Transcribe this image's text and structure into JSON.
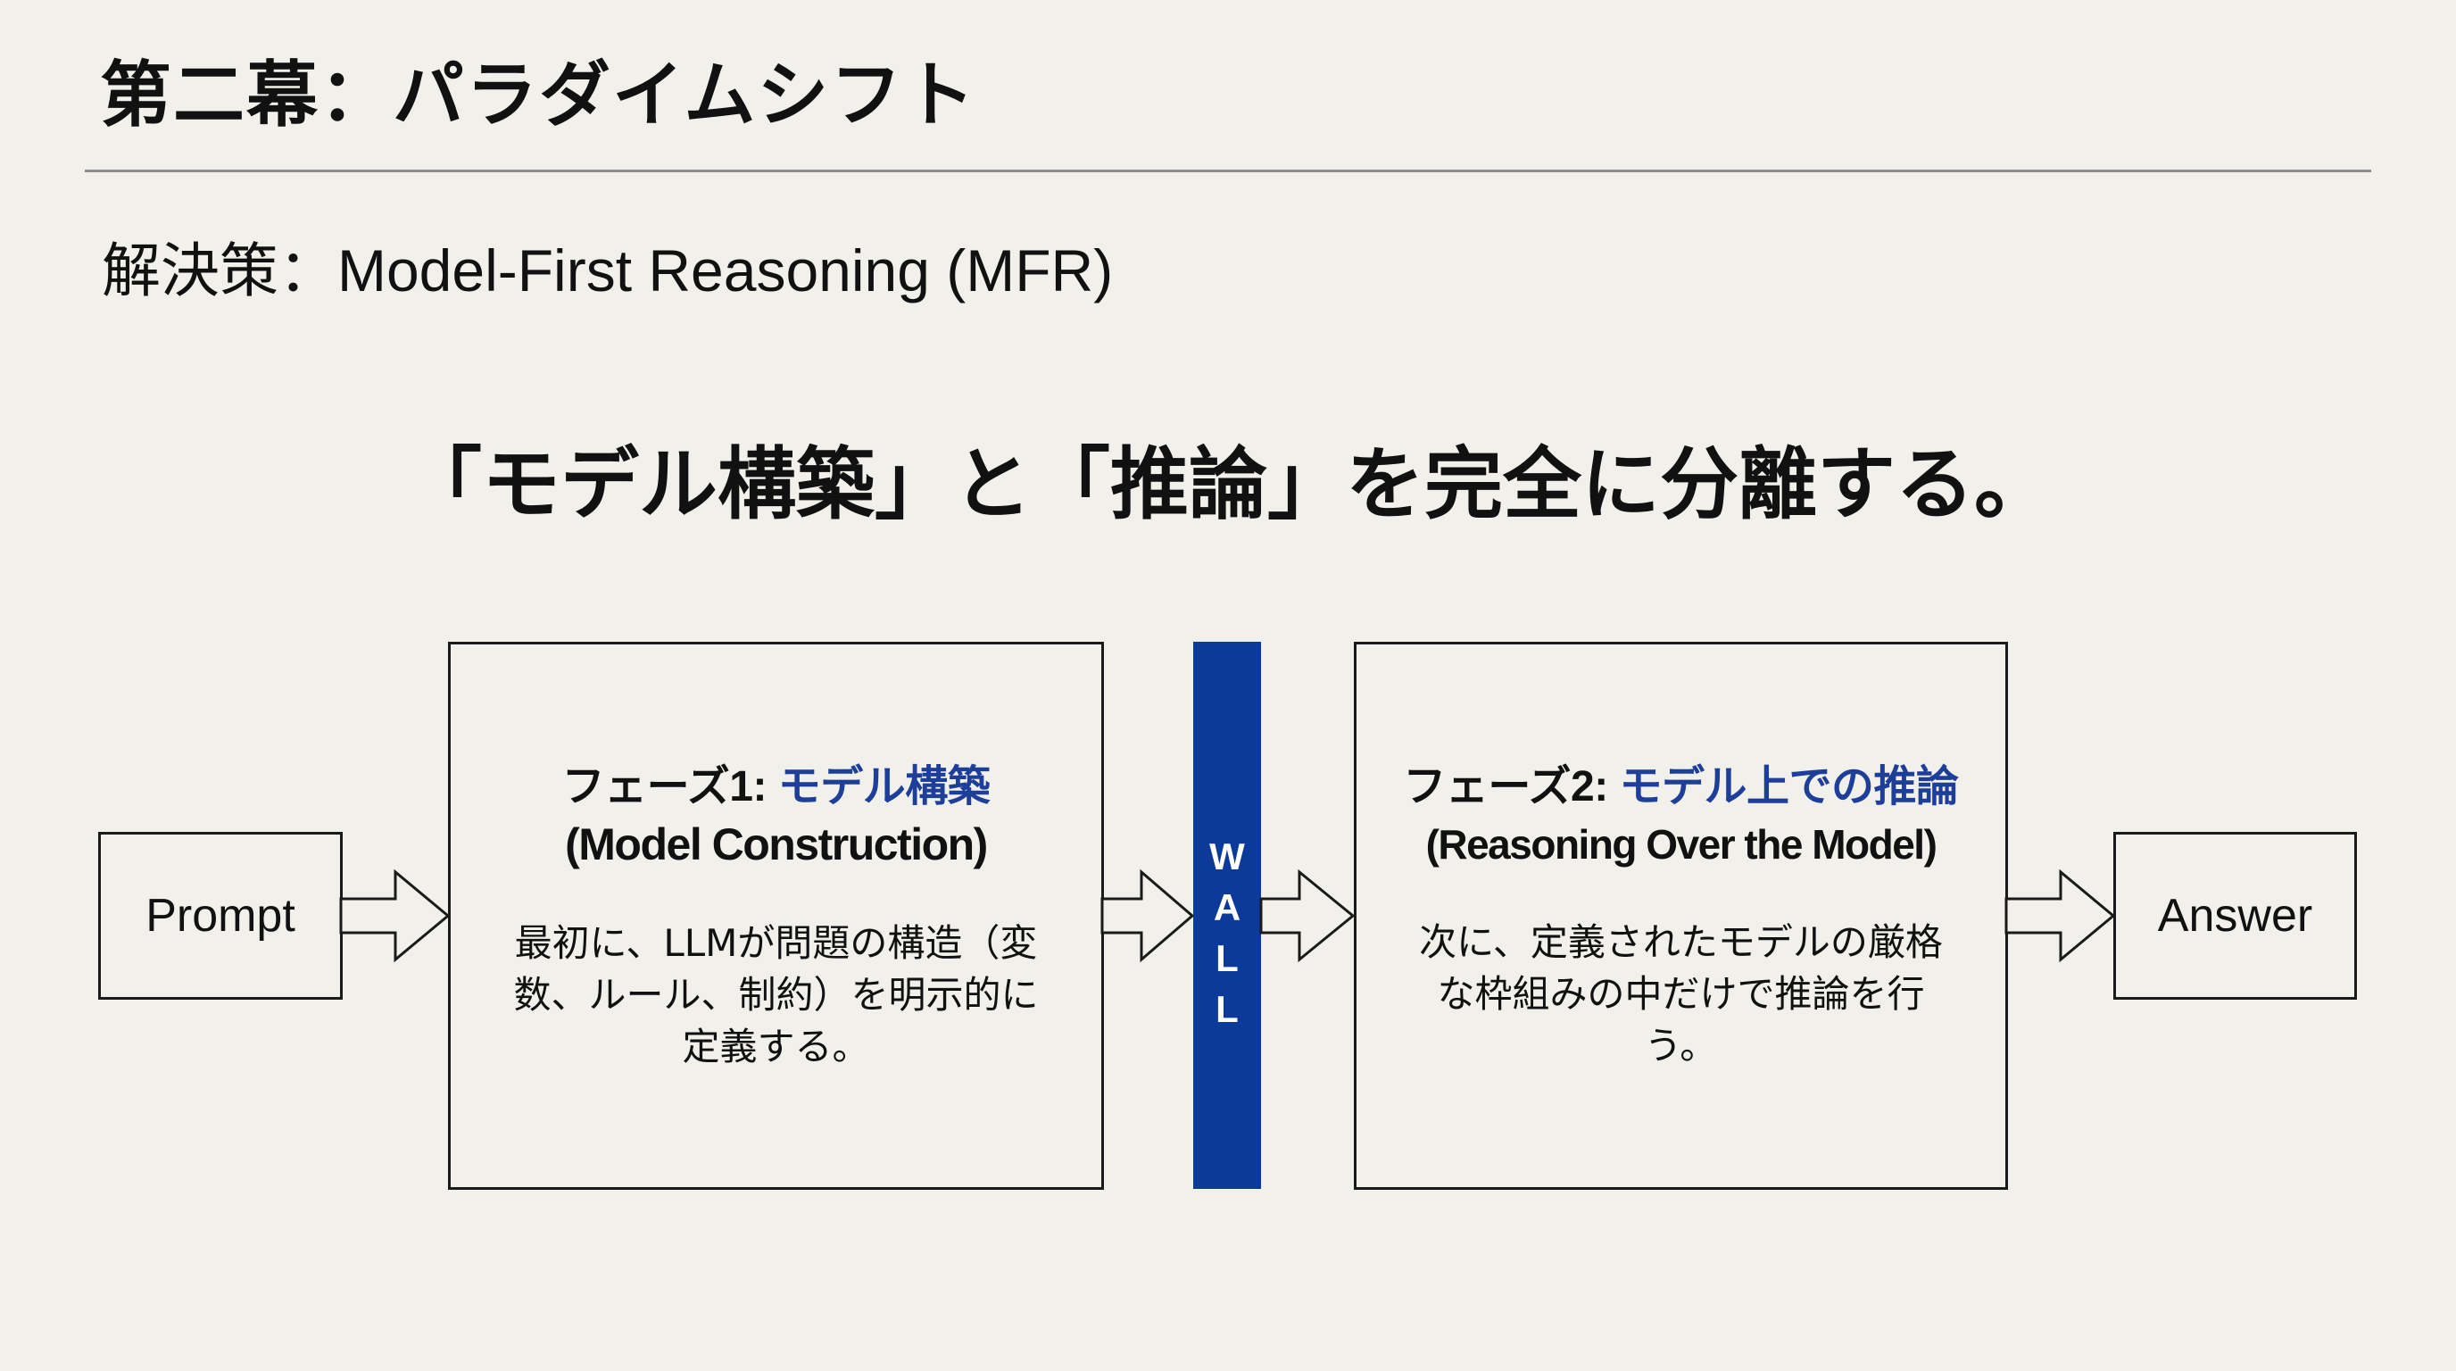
{
  "slide": {
    "title": "第二幕：パラダイムシフト",
    "subtitle": {
      "prefix": "解決策：",
      "text": "Model-First Reasoning (MFR)"
    },
    "headline": "「モデル構築」と「推論」を完全に分離する。"
  },
  "diagram": {
    "input": {
      "label": "Prompt"
    },
    "phase1": {
      "title_prefix": "フェーズ1: ",
      "title_accent": "モデル構築",
      "title_en": "(Model Construction)",
      "body": "最初に、LLMが問題の構造（変\n数、ルール、制約）を明示的に\n定義する。"
    },
    "wall": {
      "label": "WALL",
      "letters": [
        "W",
        "A",
        "L",
        "L"
      ]
    },
    "phase2": {
      "title_prefix": "フェーズ2: ",
      "title_accent": "モデル上での推論",
      "title_en": "(Reasoning Over the Model)",
      "body": "次に、定義されたモデルの厳格\nな枠組みの中だけで推論を行\nう。"
    },
    "output": {
      "label": "Answer"
    },
    "arrows": [
      "prompt-to-phase1",
      "phase1-to-wall",
      "wall-to-phase2",
      "phase2-to-answer"
    ]
  },
  "colors": {
    "background": "#f2f0eb",
    "accent": "#1d3f99",
    "wall": "#0b3a9a",
    "divider": "#8c8c8c",
    "border": "#1a1a1a"
  }
}
